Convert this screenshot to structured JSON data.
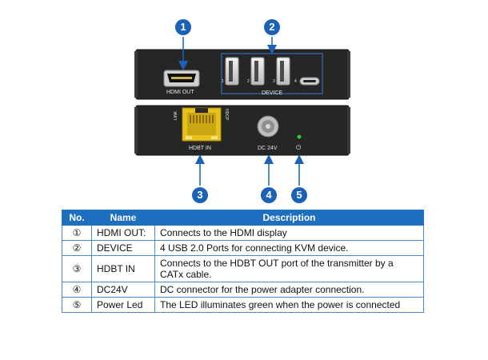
{
  "device_front": {
    "hdmi_out_label": "HDMI OUT",
    "usb_numbers": [
      "1",
      "2",
      "3",
      "4"
    ],
    "device_label": "DEVICE"
  },
  "device_rear": {
    "link_label": "LINK",
    "hdcp_label": "HDCP",
    "hdbt_in_label": "HDBT IN",
    "dc_label": "DC 24V",
    "power_symbol": "⏻"
  },
  "callouts": [
    "1",
    "2",
    "3",
    "4",
    "5"
  ],
  "colors": {
    "callout": "#1a62b6",
    "table_header": "#1f6fc1",
    "led": "#2ecc40"
  },
  "table": {
    "headers": [
      "No.",
      "Name",
      "Description"
    ],
    "rows": [
      {
        "no": "①",
        "name": "HDMI OUT:",
        "desc": "Connects to the HDMI display"
      },
      {
        "no": "②",
        "name": "DEVICE",
        "desc": "4 USB 2.0 Ports for connecting KVM device."
      },
      {
        "no": "③",
        "name": "HDBT IN",
        "desc": "Connects to the HDBT OUT port of the transmitter by a CATx cable."
      },
      {
        "no": "④",
        "name": "DC24V",
        "desc": "DC connector for the power adapter connection."
      },
      {
        "no": "⑤",
        "name": "Power Led",
        "desc": "The LED illuminates green when the power is connected"
      }
    ]
  }
}
